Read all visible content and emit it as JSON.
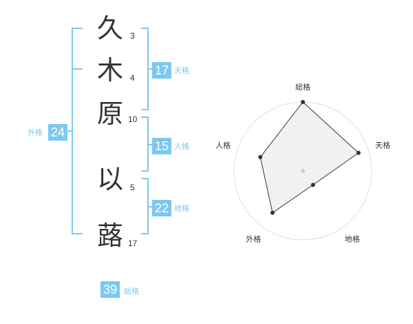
{
  "name": {
    "chars": [
      {
        "char": "久",
        "strokes": "3"
      },
      {
        "char": "木",
        "strokes": "4"
      },
      {
        "char": "原",
        "strokes": "10"
      },
      {
        "char": "以",
        "strokes": "5"
      },
      {
        "char": "蕗",
        "strokes": "17"
      }
    ]
  },
  "kaku": {
    "tenkaku": {
      "label": "天格",
      "value": "17"
    },
    "jinkaku": {
      "label": "人格",
      "value": "15"
    },
    "chikaku": {
      "label": "地格",
      "value": "22"
    },
    "gaikaku": {
      "label": "外格",
      "value": "24"
    },
    "soukaku": {
      "label": "総格",
      "value": "39"
    }
  },
  "colors": {
    "accent": "#7cc8ef",
    "text": "#333333",
    "radar_fill": "#eeeeee",
    "radar_ring": "#dddddd"
  },
  "chart_data": {
    "type": "radar",
    "axes": [
      "総格",
      "天格",
      "地格",
      "外格",
      "人格"
    ],
    "values": [
      1.0,
      0.85,
      0.25,
      0.75,
      0.65
    ],
    "range": [
      0,
      1
    ],
    "rings": 5
  }
}
